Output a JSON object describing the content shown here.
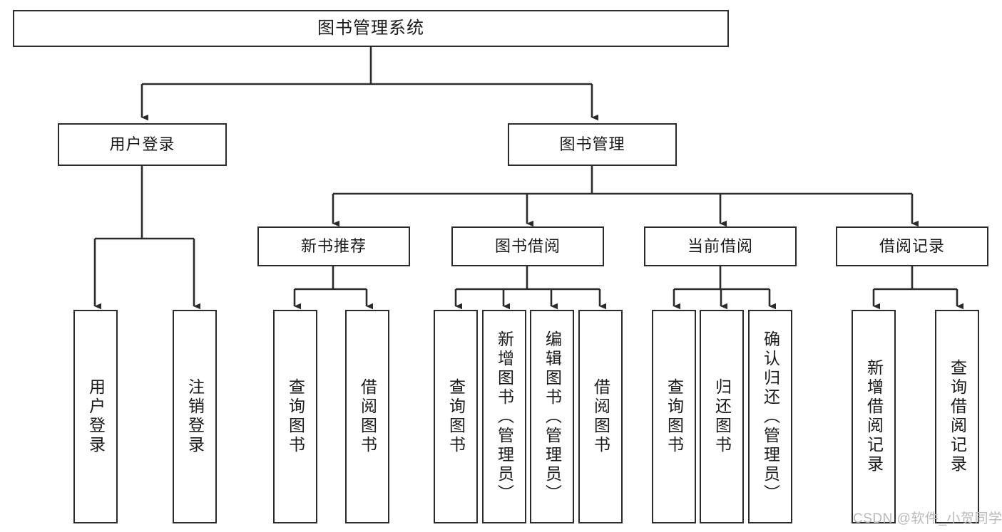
{
  "diagram": {
    "title": "图书管理系统",
    "type": "hierarchy-tree",
    "orientation": "top-down",
    "colors": {
      "stroke": "#2b2b2b",
      "fill": "#ffffff",
      "text": "#1a1a1a",
      "watermark": "#b9b9b9"
    },
    "root": {
      "id": "root",
      "label": "图书管理系统"
    },
    "level1": [
      {
        "id": "user-login",
        "label": "用户登录"
      },
      {
        "id": "book-manage",
        "label": "图书管理"
      }
    ],
    "level2": [
      {
        "id": "new-book-rec",
        "label": "新书推荐",
        "parent": "book-manage"
      },
      {
        "id": "book-borrow",
        "label": "图书借阅",
        "parent": "book-manage"
      },
      {
        "id": "current-borrow",
        "label": "当前借阅",
        "parent": "book-manage"
      },
      {
        "id": "borrow-record",
        "label": "借阅记录",
        "parent": "book-manage"
      }
    ],
    "leaves": [
      {
        "id": "leaf-user-login",
        "label": "用户登录",
        "parent": "user-login"
      },
      {
        "id": "leaf-user-logout",
        "label": "注销登录",
        "parent": "user-login"
      },
      {
        "id": "leaf-query-book-1",
        "label": "查询图书",
        "parent": "new-book-rec"
      },
      {
        "id": "leaf-borrow-book-1",
        "label": "借阅图书",
        "parent": "new-book-rec"
      },
      {
        "id": "leaf-query-book-2",
        "label": "查询图书",
        "parent": "book-borrow"
      },
      {
        "id": "leaf-add-book",
        "label": "新增图书（管理员）",
        "parent": "book-borrow"
      },
      {
        "id": "leaf-edit-book",
        "label": "编辑图书（管理员）",
        "parent": "book-borrow"
      },
      {
        "id": "leaf-borrow-book-2",
        "label": "借阅图书",
        "parent": "book-borrow"
      },
      {
        "id": "leaf-query-book-3",
        "label": "查询图书",
        "parent": "current-borrow"
      },
      {
        "id": "leaf-return-book",
        "label": "归还图书",
        "parent": "current-borrow"
      },
      {
        "id": "leaf-confirm-return",
        "label": "确认归还（管理员）",
        "parent": "current-borrow"
      },
      {
        "id": "leaf-add-record",
        "label": "新增借阅记录",
        "parent": "borrow-record"
      },
      {
        "id": "leaf-query-record",
        "label": "查询借阅记录",
        "parent": "borrow-record"
      }
    ]
  },
  "watermark": {
    "text": "CSDN @软件_小贺同学"
  }
}
